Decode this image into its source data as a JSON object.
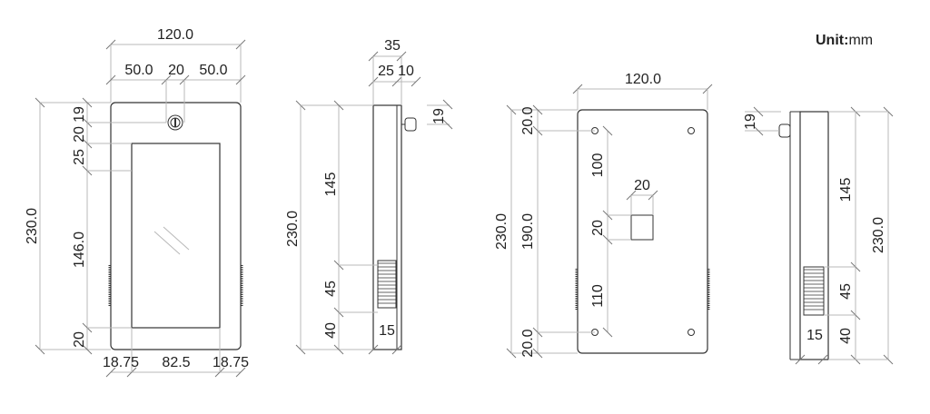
{
  "unit": {
    "label_bold": "Unit:",
    "label_rest": "mm"
  },
  "front_view": {
    "overall_width": "120.0",
    "segment_left": "50.0",
    "segment_mid": "20",
    "segment_right": "50.0",
    "overall_height": "230.0",
    "top_19": "19",
    "top_20": "20",
    "top_25": "25",
    "screen_146": "146.0",
    "bottom_20": "20",
    "bottom_left": "18.75",
    "bottom_mid": "82.5",
    "bottom_right": "18.75"
  },
  "side_view": {
    "depth_total": "35",
    "depth_25": "25",
    "depth_10": "10",
    "knob_19": "19",
    "overall_height": "230.0",
    "upper_145": "145",
    "grille_45": "45",
    "lower_40": "40",
    "bottom_15": "15"
  },
  "back_view": {
    "overall_width": "120.0",
    "top_20": "20.0",
    "upper_100": "100",
    "center_20_w": "20",
    "center_20_h": "20",
    "overall_height": "230.0",
    "holes_190": "190.0",
    "lower_110": "110",
    "bottom_20": "20.0"
  },
  "right_side_view": {
    "knob_19": "19",
    "upper_145": "145",
    "overall_height": "230.0",
    "grille_45": "45",
    "lower_40": "40",
    "bottom_15": "15"
  }
}
